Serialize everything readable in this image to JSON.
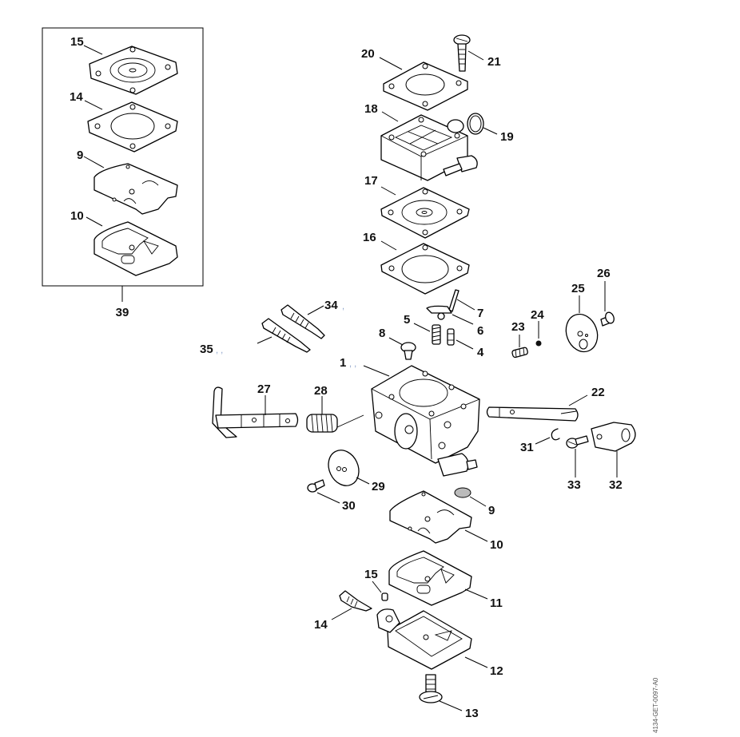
{
  "diagram": {
    "document_id": "4134-GET-0097-A0",
    "kit": {
      "label": "39",
      "contents": [
        "15",
        "14",
        "9",
        "10"
      ]
    },
    "callouts": {
      "p1": "1",
      "p4": "4",
      "p5": "5",
      "p6": "6",
      "p7": "7",
      "p8": "8",
      "p9": "9",
      "p10": "10",
      "p11": "11",
      "p12": "12",
      "p13": "13",
      "p14": "14",
      "p15": "15",
      "p16": "16",
      "p17": "17",
      "p18": "18",
      "p19": "19",
      "p20": "20",
      "p21": "21",
      "p22": "22",
      "p23": "23",
      "p24": "24",
      "p25": "25",
      "p26": "26",
      "p27": "27",
      "p28": "28",
      "p29": "29",
      "p30": "30",
      "p31": "31",
      "p32": "32",
      "p33": "33",
      "p34": "34",
      "p35": "35",
      "kit15": "15",
      "kit14": "14",
      "kit9": "9",
      "kit10": "10"
    },
    "suffixes": {
      "s1": ", ,",
      "s34": ",",
      "s35": ", ,"
    }
  }
}
